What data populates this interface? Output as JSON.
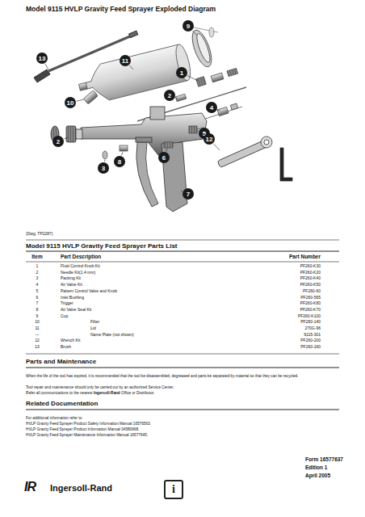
{
  "diagram": {
    "title": "Model 9115 HVLP Gravity Feed Sprayer Exploded Diagram",
    "nodes": [
      {
        "text": [
          "9"
        ]
      },
      {
        "text": [
          "13"
        ]
      },
      {
        "text": [
          "11"
        ]
      },
      {
        "text": [
          "1"
        ]
      },
      {
        "text": [
          "2"
        ]
      },
      {
        "text": [
          "10"
        ]
      },
      {
        "text": [
          "4"
        ]
      },
      {
        "text": [
          "5"
        ]
      },
      {
        "text": [
          "12"
        ]
      },
      {
        "text": [
          "2"
        ]
      },
      {
        "text": [
          "6"
        ]
      },
      {
        "text": [
          "8"
        ]
      },
      {
        "text": [
          "3"
        ]
      },
      {
        "text": [
          "7"
        ]
      },
      {
        "text": [
          "i"
        ]
      }
    ],
    "labels": [
      "(Dwg. TP2287)",
      "Model 9115 HVLP Gravity Feed Sprayer Parts List",
      "Item",
      "Part Description",
      "Part Number",
      "1",
      "Fluid Control Knob Kit",
      "PF260-K30",
      "2",
      "Needle Kit(1.4 mm)",
      "PF260-K20",
      "3",
      "Packing Kit",
      "PF260-K40",
      "4",
      "Air Valve Kit",
      "PF260-K50",
      "5",
      "Pattern Control Valve and Knob",
      "PF260-60",
      "6",
      "Inlet Bushing",
      "PF260-565",
      "7",
      "Trigger",
      "PF260-K80",
      "8",
      "Air Valve Seal Kit",
      "PF260-K70",
      "9",
      "Cup",
      "PF260-K100",
      "10",
      "Filter",
      "PF260-140",
      "11",
      "Lid",
      "270G-96",
      "---",
      "Name Plate (not shown)",
      "9115-301",
      "12",
      "Wrench Kit",
      "PF260-200",
      "13",
      "Brush",
      "PF260-160",
      "Parts and Maintenance",
      "When the life of the tool has expired, it is recommended that the tool be disassembled, degreased and parts be separated by material so that they can be recycled.",
      "Tool repair and maintenance should only be carried out by an authorized Service Center.",
      "Refer all communications to the nearest",
      "Ingersoll-Rand",
      "Office or Distributor.",
      "Related Documentation",
      "For additional information refer to:",
      "HVLP Gravity Feed Sprayer Product Safety Information Manual 16576563.",
      "HVLP Gravity Feed Sprayer Product Information Manual 04580668.",
      "HVLP Gravity Feed Sprayer Maintenance Information Manual 16577645.",
      "Form 16577637",
      "Edition 1",
      "April 2005",
      "IR",
      "Ingersoll-Rand"
    ]
  }
}
